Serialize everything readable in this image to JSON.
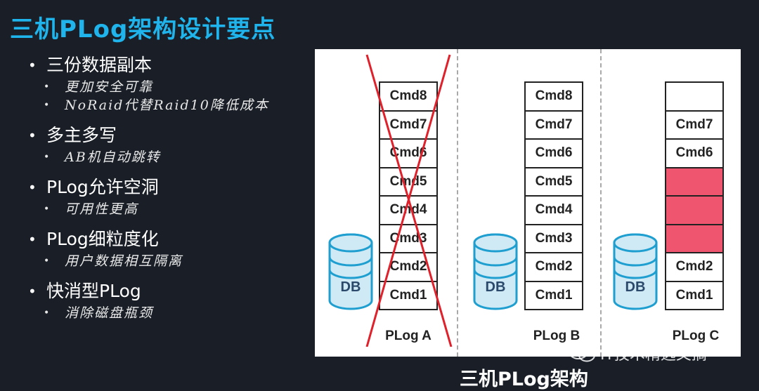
{
  "title": "三机PLog架构设计要点",
  "bullets": [
    {
      "main": "三份数据副本",
      "subs": [
        "更加安全可靠",
        "NoRaid代替Raid10降低成本"
      ]
    },
    {
      "main": "多主多写",
      "subs": [
        "AB机自动跳转"
      ]
    },
    {
      "main": "PLog允许空洞",
      "subs": [
        "可用性更高"
      ]
    },
    {
      "main": "PLog细粒度化",
      "subs": [
        "用户数据相互隔离"
      ]
    },
    {
      "main": "快消型PLog",
      "subs": [
        "消除磁盘瓶颈"
      ]
    }
  ],
  "diagram": {
    "columns": [
      {
        "label": "PLog A",
        "db": "DB",
        "crossed": true,
        "cells": [
          "Cmd8",
          "Cmd7",
          "Cmd6",
          "Cmd5",
          "Cmd4",
          "Cmd3",
          "Cmd2",
          "Cmd1"
        ]
      },
      {
        "label": "PLog B",
        "db": "DB",
        "crossed": false,
        "cells": [
          "Cmd8",
          "Cmd7",
          "Cmd6",
          "Cmd5",
          "Cmd4",
          "Cmd3",
          "Cmd2",
          "Cmd1"
        ]
      },
      {
        "label": "PLog C",
        "db": "DB",
        "crossed": false,
        "cells": [
          "",
          "Cmd7",
          "Cmd6",
          "",
          "",
          "",
          "Cmd2",
          "Cmd1"
        ],
        "hole_cells": [
          3,
          4,
          5
        ]
      }
    ],
    "hole_color": "#f0556f",
    "cross_color": "#e0202a",
    "db_color": "#1e9fd0"
  },
  "caption": "三机PLog架构",
  "watermark": "IT技术精选文摘"
}
